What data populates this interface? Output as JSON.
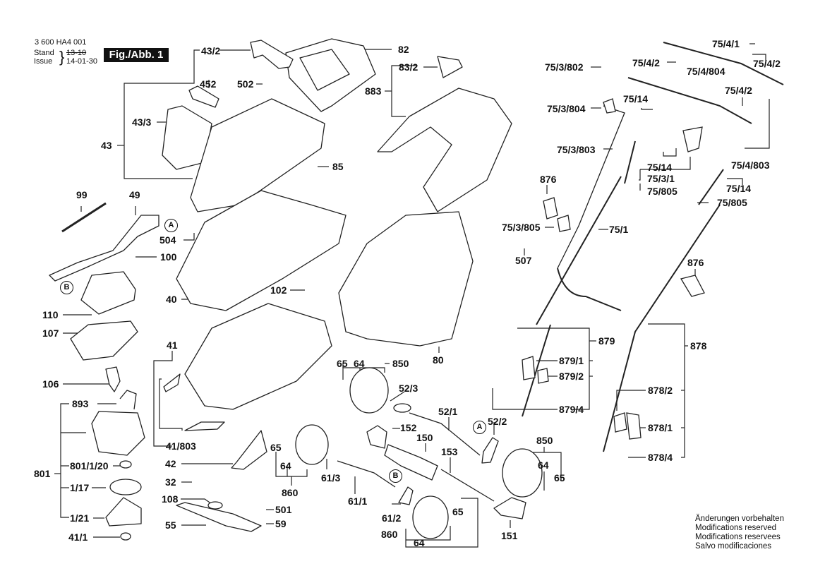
{
  "header": {
    "part_number": "3 600 HA4 001",
    "stand_label": "Stand",
    "issue_label": "Issue",
    "old_date": "13-10",
    "issue_date": "14-01-30",
    "figure_label": "Fig./Abb. 1"
  },
  "callouts": {
    "c43_2": "43/2",
    "c82": "82",
    "c452": "452",
    "c502": "502",
    "c83_2": "83/2",
    "c883": "883",
    "c43_3": "43/3",
    "c43": "43",
    "c85": "85",
    "c99": "99",
    "c49": "49",
    "c504": "504",
    "c100": "100",
    "c40": "40",
    "c110": "110",
    "c107": "107",
    "c102": "102",
    "c80": "80",
    "c41": "41",
    "c106": "106",
    "c893": "893",
    "c41_803": "41/803",
    "c801": "801",
    "c801_1_20": "801/1/20",
    "c1_17": "1/17",
    "c1_21": "1/21",
    "c41_1": "41/1",
    "c42": "42",
    "c32": "32",
    "c108": "108",
    "c55": "55",
    "c501": "501",
    "c59": "59",
    "c65a": "65",
    "c64a": "64",
    "c850a": "850",
    "c52_3": "52/3",
    "c52_1": "52/1",
    "c52_2": "52/2",
    "c152": "152",
    "c150": "150",
    "c153": "153",
    "c65b": "65",
    "c64b": "64",
    "c860a": "860",
    "c61_3": "61/3",
    "c61_1": "61/1",
    "c61_2": "61/2",
    "c65c": "65",
    "c860b": "860",
    "c64c": "64",
    "c151": "151",
    "c850b": "850",
    "c64d": "64",
    "c65d": "65",
    "c75_4_1": "75/4/1",
    "c75_4_2a": "75/4/2",
    "c75_4_2b": "75/4/2",
    "c75_3_802": "75/3/802",
    "c75_4_804": "75/4/804",
    "c75_4_2c": "75/4/2",
    "c75_14a": "75/14",
    "c75_3_804": "75/3/804",
    "c75_3_803": "75/3/803",
    "c75_14b": "75/14",
    "c75_4_803": "75/4/803",
    "c75_3_1": "75/3/1",
    "c75_805a": "75/805",
    "c75_14c": "75/14",
    "c75_805b": "75/805",
    "c876a": "876",
    "c75_3_805": "75/3/805",
    "c75_1": "75/1",
    "c507": "507",
    "c876b": "876",
    "c879": "879",
    "c878": "878",
    "c879_1": "879/1",
    "c879_2": "879/2",
    "c879_4": "879/4",
    "c878_2": "878/2",
    "c878_1": "878/1",
    "c878_4": "878/4"
  },
  "connectors": {
    "a1": "A",
    "b1": "B",
    "a2": "A",
    "b2": "B"
  },
  "notes": [
    "Änderungen vorbehalten",
    "Modifications reserved",
    "Modifications reservees",
    "Salvo modificaciones"
  ]
}
